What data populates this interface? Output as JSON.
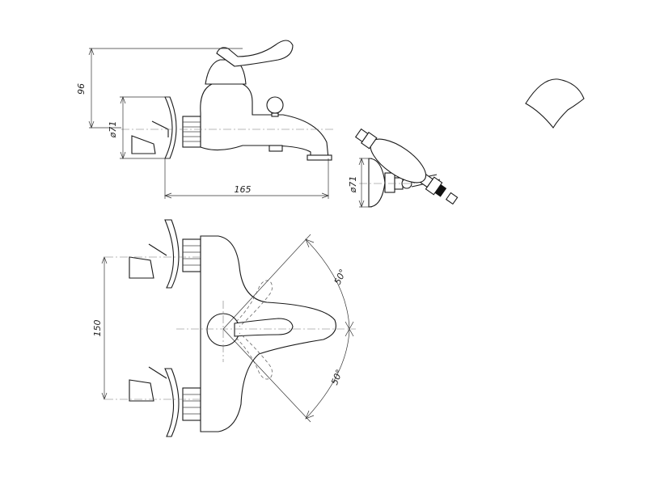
{
  "dimensions": {
    "height_96": "96",
    "dia_71_side": "ø71",
    "length_165": "165",
    "dia_71_holder": "ø71",
    "spacing_150": "150",
    "angle_top": "50°",
    "angle_bottom": "50°"
  }
}
